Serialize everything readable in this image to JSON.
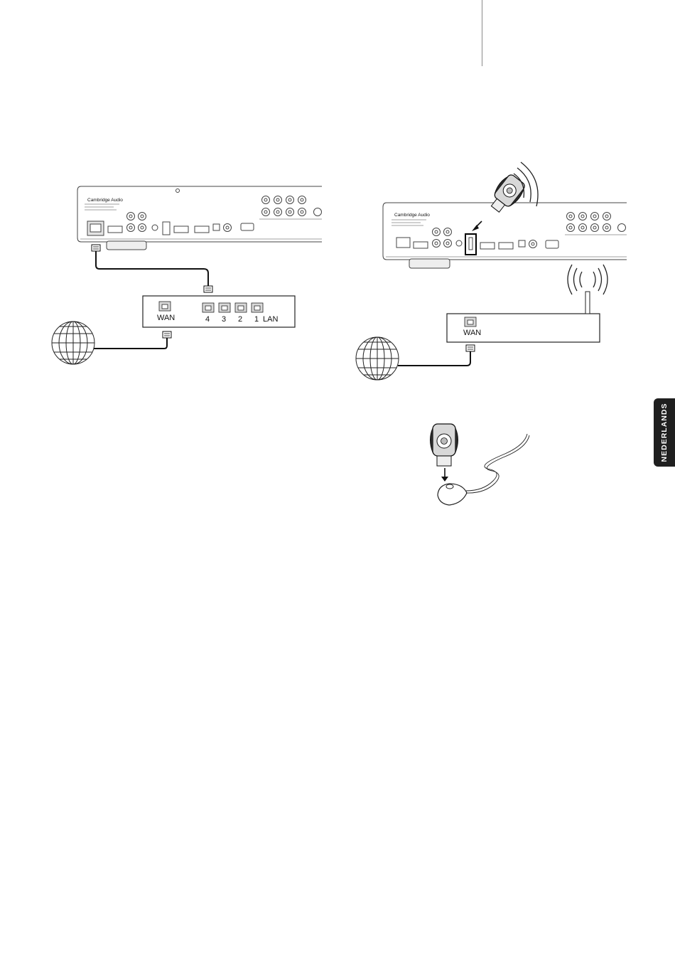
{
  "page": {
    "language_tab": "NEDERLANDS"
  },
  "wired_diagram": {
    "brand": "Cambridge Audio",
    "router": {
      "wan_label": "WAN",
      "lan_ports": [
        "4",
        "3",
        "2",
        "1"
      ],
      "lan_label": "LAN"
    }
  },
  "wireless_diagram": {
    "brand": "Cambridge Audio",
    "router": {
      "wan_label": "WAN"
    }
  },
  "dongle_diagram": {}
}
